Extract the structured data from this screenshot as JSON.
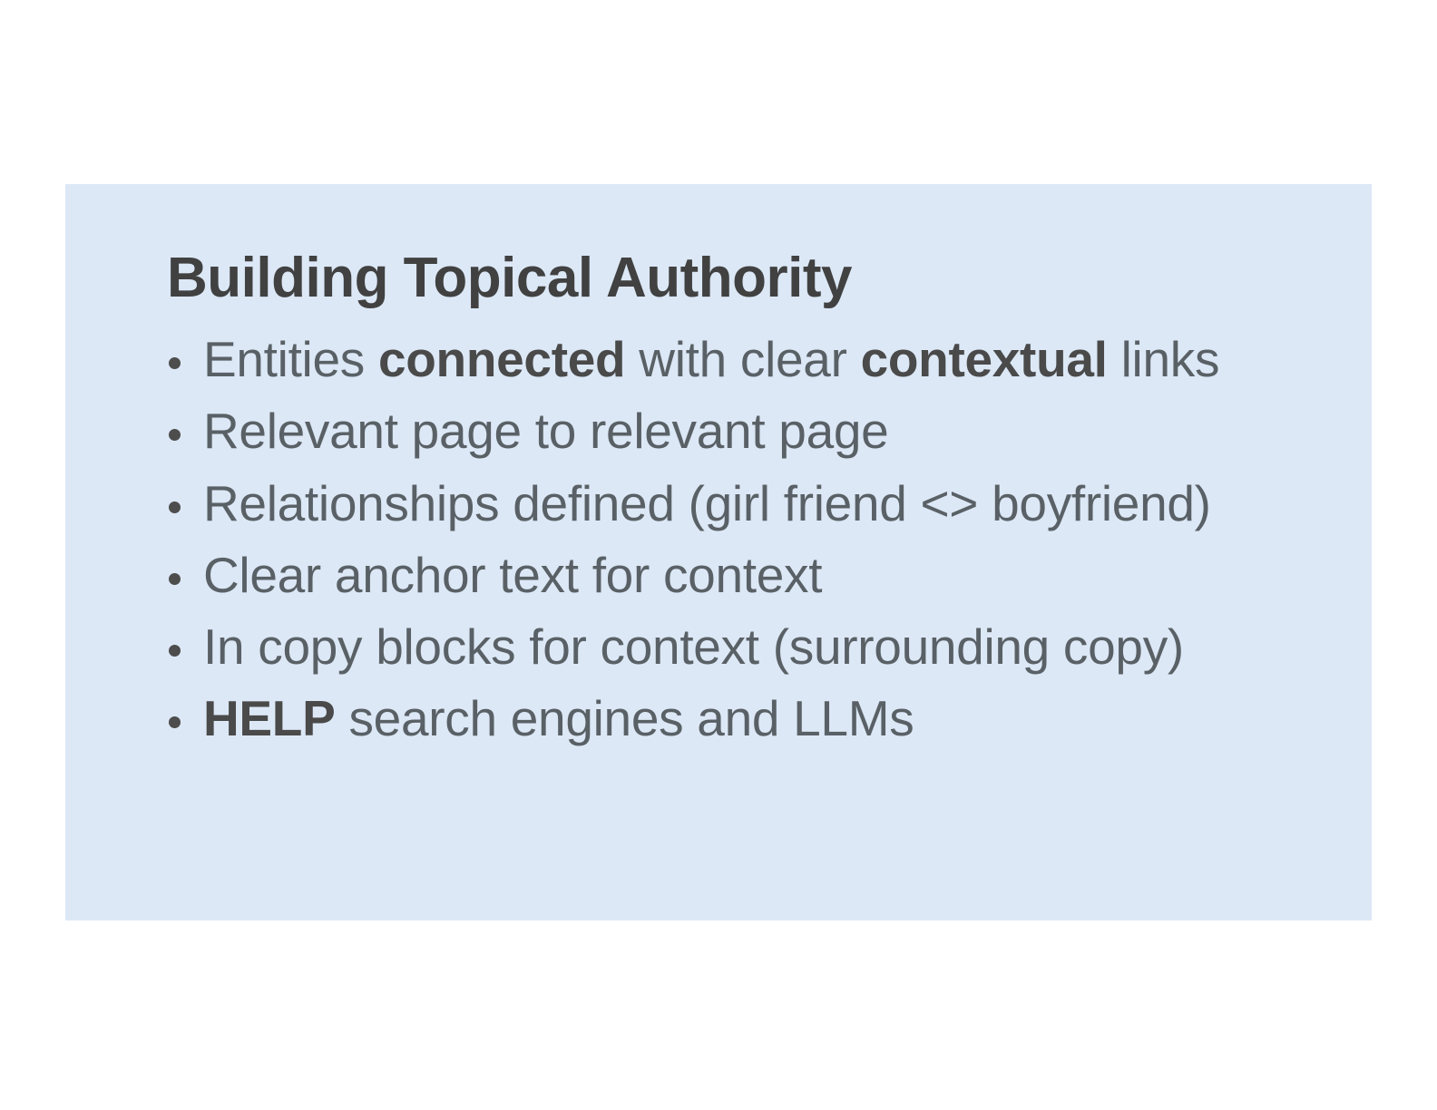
{
  "slide": {
    "background_color": "#ffffff",
    "panel_color": "#dce8f6",
    "title_color": "#414141",
    "body_color": "#5a6166",
    "bold_color": "#4a4a4a",
    "bullet_glyph": "bullet-dot",
    "title": "Building Topical Authority",
    "bullets": [
      {
        "parts": [
          {
            "text": "Entities ",
            "bold": false
          },
          {
            "text": "connected",
            "bold": true
          },
          {
            "text": " with clear ",
            "bold": false
          },
          {
            "text": "contextual",
            "bold": true
          },
          {
            "text": " links",
            "bold": false
          }
        ],
        "plain": "Entities connected with clear contextual links"
      },
      {
        "parts": [
          {
            "text": "Relevant page to relevant page",
            "bold": false
          }
        ],
        "plain": "Relevant page to relevant page"
      },
      {
        "parts": [
          {
            "text": "Relationships defined (girl friend <> boyfriend)",
            "bold": false
          }
        ],
        "plain": "Relationships defined (girl friend <> boyfriend)"
      },
      {
        "parts": [
          {
            "text": "Clear anchor text for context",
            "bold": false
          }
        ],
        "plain": "Clear anchor text for context"
      },
      {
        "parts": [
          {
            "text": "In copy blocks for context (surrounding copy)",
            "bold": false
          }
        ],
        "plain": "In copy blocks for context (surrounding copy)"
      },
      {
        "parts": [
          {
            "text": "HELP",
            "bold": true
          },
          {
            "text": " search engines and LLMs",
            "bold": false
          }
        ],
        "plain": "HELP search engines and LLMs"
      }
    ]
  }
}
